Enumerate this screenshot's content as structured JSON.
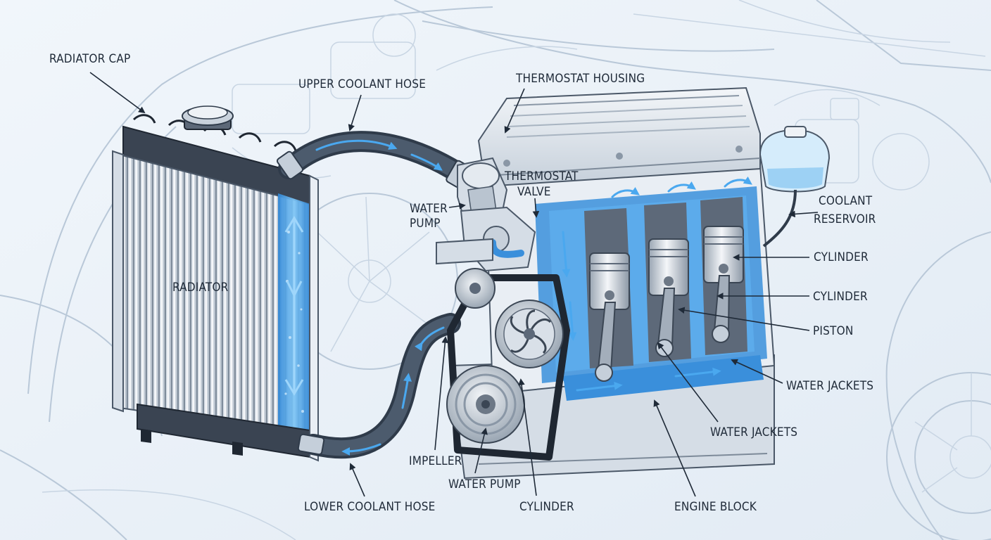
{
  "labels": {
    "radiator_cap": "RADIATOR CAP",
    "upper_coolant_hose": "UPPER COOLANT HOSE",
    "thermostat_housing": "THERMOSTAT HOUSING",
    "thermostat_valve_1": "THERMOSTAT",
    "thermostat_valve_2": "VALVE",
    "water_pump_top_1": "WATER",
    "water_pump_top_2": "PUMP",
    "coolant_reservoir_1": "COOLANT",
    "coolant_reservoir_2": "RESERVOIR",
    "radiator": "RADIATOR",
    "cylinder_1": "CYLINDER",
    "cylinder_2": "CYLINDER",
    "piston": "PISTON",
    "water_jackets_1": "WATER JACKETS",
    "water_jackets_2": "WATER JACKETS",
    "impeller": "IMPELLER",
    "water_pump_bottom": "WATER PUMP",
    "cylinder_3": "CYLINDER",
    "lower_coolant_hose": "LOWER COOLANT HOSE",
    "engine_block": "ENGINE BLOCK"
  },
  "colors": {
    "coolant": "#4aa3e8",
    "metal": "#d5dde6",
    "hose": "#2f3b4a",
    "background": "#eaf1f8"
  }
}
